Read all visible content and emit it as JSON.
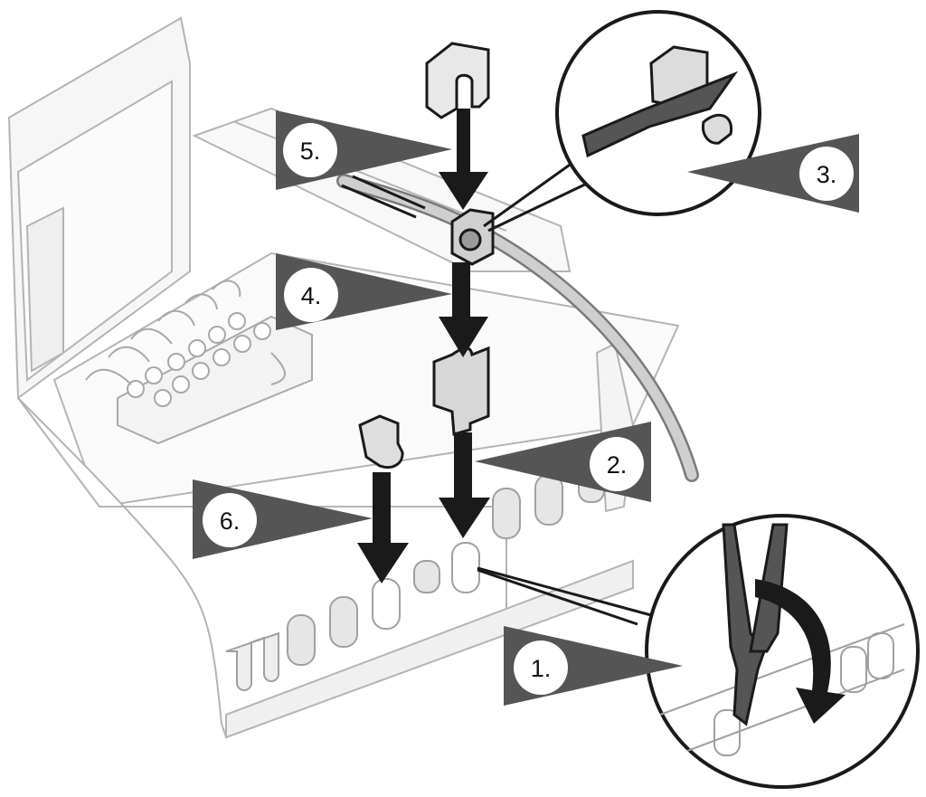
{
  "steps": [
    {
      "label": "1."
    },
    {
      "label": "2."
    },
    {
      "label": "3."
    },
    {
      "label": "4."
    },
    {
      "label": "5."
    },
    {
      "label": "6."
    }
  ],
  "colors": {
    "pointer": "#555555",
    "arrow": "#1a1a1a",
    "outline": "#b4b4b4",
    "panel": "#f5f5f5",
    "cable": "#bdbdbd",
    "badge": "#ffffff"
  }
}
